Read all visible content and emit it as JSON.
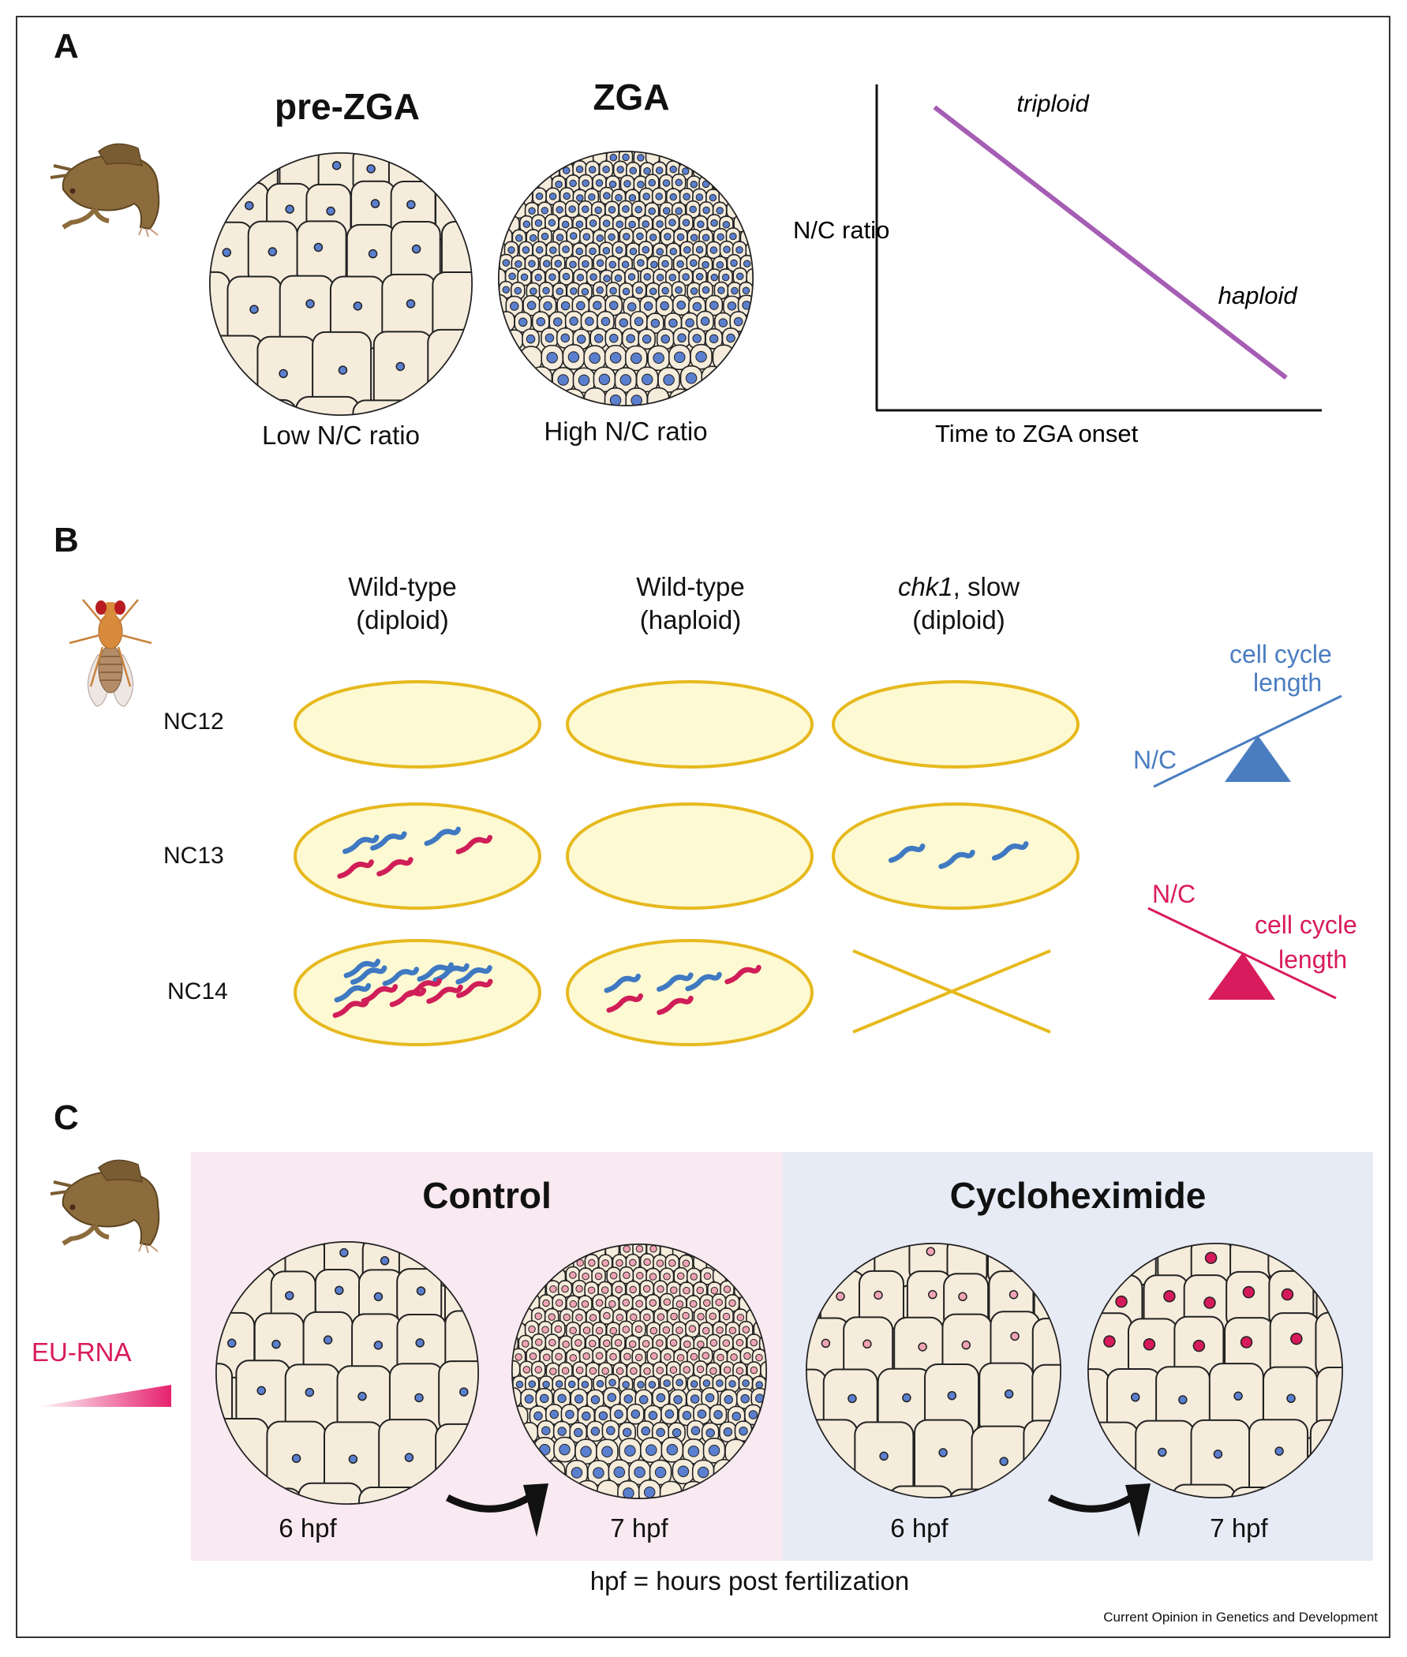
{
  "figure": {
    "credit": "Current Opinion in Genetics and Development",
    "colors": {
      "cell_fill": "#f5ecdc",
      "cell_stroke": "#222222",
      "nucleus_blue": "#5b7fcf",
      "nucleus_pink_light": "#f0a3b4",
      "nucleus_pink_dark": "#d6195a",
      "line_purple": "#a65db4",
      "yolk_fill": "#fdf9d2",
      "yolk_stroke": "#e6b91e",
      "transcript_blue": "#3f79c2",
      "transcript_red": "#d01e59",
      "seesaw_blue": "#4a7dc0",
      "seesaw_pink": "#d81b5c",
      "control_bg": "#f9e9f1",
      "cycloheximide_bg": "#e7ebf5"
    }
  },
  "panelA": {
    "letter": "A",
    "organism": "frog-icon",
    "embryos": [
      {
        "title": "pre-ZGA",
        "caption": "Low N/C ratio",
        "stage": "pre-ZGA"
      },
      {
        "title": "ZGA",
        "caption": "High N/C ratio",
        "stage": "ZGA"
      }
    ],
    "chart_data": {
      "type": "line",
      "title": "",
      "xlabel": "Time to ZGA onset",
      "ylabel": "N/C ratio",
      "grid": false,
      "xlim": [
        0,
        1
      ],
      "ylim": [
        0,
        1
      ],
      "series": [
        {
          "name": "N/C vs time",
          "x": [
            0.13,
            0.92
          ],
          "y": [
            0.93,
            0.1
          ]
        }
      ],
      "annotations": [
        {
          "text": "triploid",
          "x": 0.35,
          "y": 0.95,
          "italic": true
        },
        {
          "text": "haploid",
          "x": 0.9,
          "y": 0.4,
          "italic": true
        }
      ]
    }
  },
  "panelB": {
    "letter": "B",
    "organism": "fly-icon",
    "columns": [
      {
        "line1": "Wild-type",
        "line1_italic": "",
        "line2": "(diploid)"
      },
      {
        "line1": "Wild-type",
        "line1_italic": "",
        "line2": "(haploid)"
      },
      {
        "line1": ", slow",
        "line1_italic": "chk1",
        "line2": "(diploid)"
      }
    ],
    "rows": [
      {
        "label": "NC12",
        "cells": [
          {
            "blue": 0,
            "red": 0,
            "crossed": false
          },
          {
            "blue": 0,
            "red": 0,
            "crossed": false
          },
          {
            "blue": 0,
            "red": 0,
            "crossed": false
          }
        ]
      },
      {
        "label": "NC13",
        "cells": [
          {
            "blue": 3,
            "red": 3,
            "crossed": false
          },
          {
            "blue": 0,
            "red": 0,
            "crossed": false
          },
          {
            "blue": 3,
            "red": 0,
            "crossed": false
          }
        ]
      },
      {
        "label": "NC14",
        "cells": [
          {
            "blue": 7,
            "red": 6,
            "crossed": false
          },
          {
            "blue": 3,
            "red": 3,
            "crossed": false
          },
          {
            "blue": 0,
            "red": 0,
            "crossed": true
          }
        ]
      }
    ],
    "seesaws": [
      {
        "low_label": "N/C",
        "high_label_1": "cell cycle",
        "high_label_2": "length",
        "tilt": "left-down",
        "color_key": "seesaw_blue"
      },
      {
        "high_label": "N/C",
        "low_label_1": "cell cycle",
        "low_label_2": "length",
        "tilt": "right-down",
        "color_key": "seesaw_pink"
      }
    ]
  },
  "panelC": {
    "letter": "C",
    "organism": "frog-icon",
    "legend": {
      "label": "EU-RNA",
      "gradient": "white-to-pink"
    },
    "conditions": [
      {
        "title": "Control",
        "embryos": [
          {
            "time": "6 hpf",
            "stage": "large-blue"
          },
          {
            "time": "7 hpf",
            "stage": "small-pink-blue"
          }
        ]
      },
      {
        "title": "Cycloheximide",
        "embryos": [
          {
            "time": "6 hpf",
            "stage": "large-lightpink"
          },
          {
            "time": "7 hpf",
            "stage": "large-darkpink"
          }
        ]
      }
    ],
    "footnote": "hpf = hours post fertilization"
  }
}
